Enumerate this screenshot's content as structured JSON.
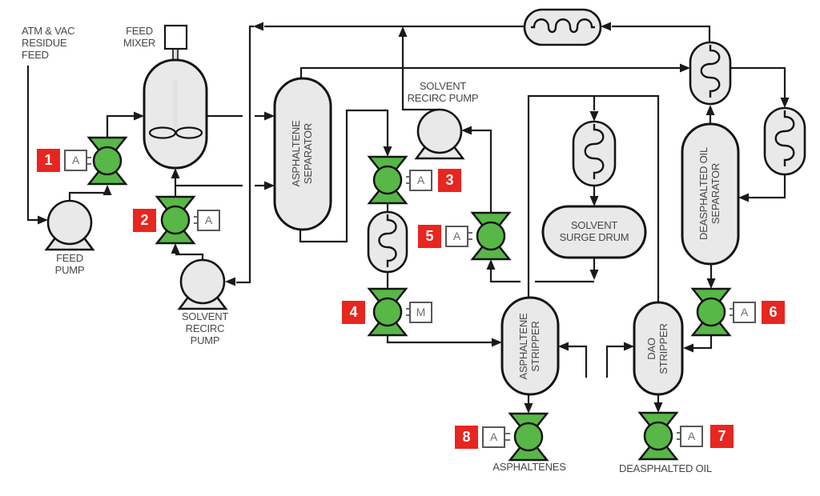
{
  "colors": {
    "valve-green": "#58B847",
    "badge-red": "#E7261F",
    "vessel-fill": "#E9E9E9",
    "line-color": "#1A1A1A",
    "text-color": "#45474C"
  },
  "labels": {
    "feed_stream": "ATM & VAC\nRESIDUE\nFEED",
    "feed_mixer": "FEED\nMIXER",
    "feed_pump": "FEED\nPUMP",
    "solvent_recirc_pump_1": "SOLVENT\nRECIRC\nPUMP",
    "solvent_recirc_pump_2": "SOLVENT\nRECIRC PUMP",
    "asphaltene_separator": "ASPHALTENE\nSEPARATOR",
    "solvent_surge_drum": "SOLVENT\nSURGE DRUM",
    "deasphalted_oil_separator": "DEASPHALTED OIL\nSEPARATOR",
    "asphaltene_stripper": "ASPHALTENE\nSTRIPPER",
    "dao_stripper": "DAO\nSTRIPPER",
    "product_asphaltenes": "ASPHALTENES",
    "product_deasphalted_oil": "DEASPHALTED OIL"
  },
  "valves": [
    {
      "number": "1",
      "mode": "A"
    },
    {
      "number": "2",
      "mode": "A"
    },
    {
      "number": "3",
      "mode": "A"
    },
    {
      "number": "4",
      "mode": "M"
    },
    {
      "number": "5",
      "mode": "A"
    },
    {
      "number": "6",
      "mode": "A"
    },
    {
      "number": "7",
      "mode": "A"
    },
    {
      "number": "8",
      "mode": "A"
    }
  ]
}
